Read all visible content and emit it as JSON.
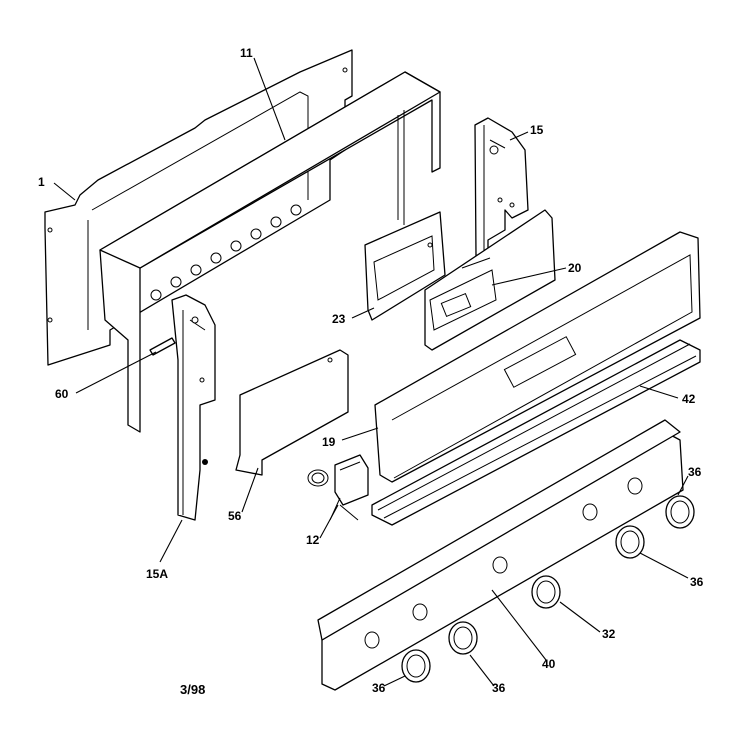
{
  "diagram": {
    "callouts": {
      "c1": "1",
      "c11": "11",
      "c15": "15",
      "c20": "20",
      "c23": "23",
      "c60": "60",
      "c42": "42",
      "c19": "19",
      "c56": "56",
      "c12": "12",
      "c15a": "15A",
      "c36a": "36",
      "c36b": "36",
      "c32": "32",
      "c40": "40",
      "c36c": "36",
      "c36d": "36"
    },
    "footer_date": "3/98"
  }
}
